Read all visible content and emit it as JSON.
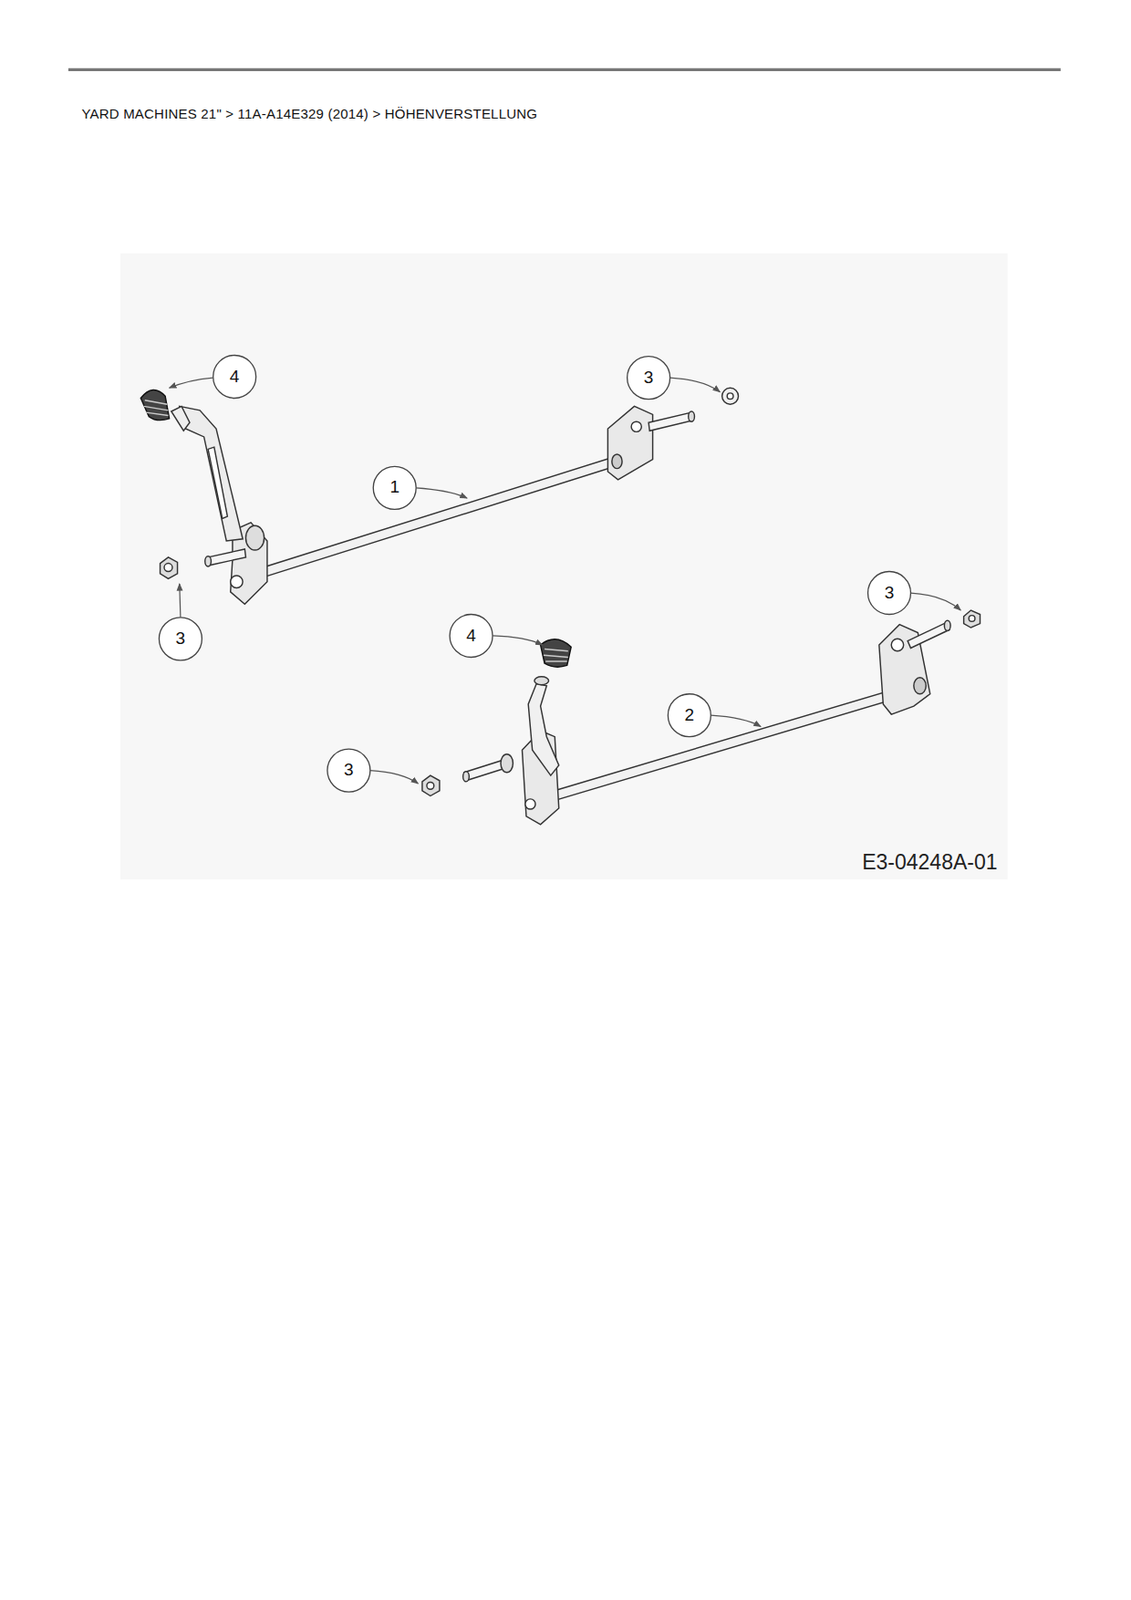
{
  "diagram": {
    "title": "YARD MACHINES 21\" > 11A-A14E329 (2014) > HÖHENVERSTELLUNG",
    "labels": [
      "4",
      "3",
      "1",
      "3",
      "3",
      "4",
      "2",
      "3",
      "E3-04248A-01"
    ]
  }
}
